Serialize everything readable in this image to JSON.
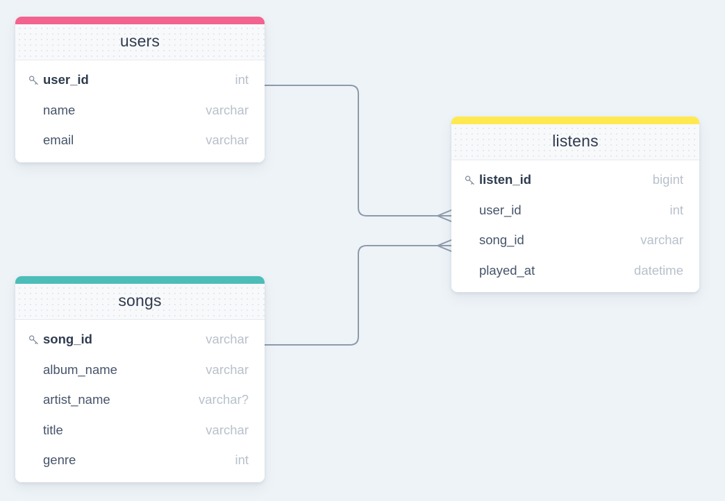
{
  "diagram": {
    "type": "entity-relationship-diagram",
    "background_color": "#eef3f7",
    "connector_color": "#8d9aaa"
  },
  "tables": [
    {
      "id": "users",
      "name": "users",
      "accent_color": "#f2638f",
      "fields": [
        {
          "name": "user_id",
          "type": "int",
          "primary_key": true
        },
        {
          "name": "name",
          "type": "varchar",
          "primary_key": false
        },
        {
          "name": "email",
          "type": "varchar",
          "primary_key": false
        }
      ]
    },
    {
      "id": "songs",
      "name": "songs",
      "accent_color": "#4cbdb8",
      "fields": [
        {
          "name": "song_id",
          "type": "varchar",
          "primary_key": true
        },
        {
          "name": "album_name",
          "type": "varchar",
          "primary_key": false
        },
        {
          "name": "artist_name",
          "type": "varchar?",
          "primary_key": false
        },
        {
          "name": "title",
          "type": "varchar",
          "primary_key": false
        },
        {
          "name": "genre",
          "type": "int",
          "primary_key": false
        }
      ]
    },
    {
      "id": "listens",
      "name": "listens",
      "accent_color": "#ffe94f",
      "fields": [
        {
          "name": "listen_id",
          "type": "bigint",
          "primary_key": true
        },
        {
          "name": "user_id",
          "type": "int",
          "primary_key": false
        },
        {
          "name": "song_id",
          "type": "varchar",
          "primary_key": false
        },
        {
          "name": "played_at",
          "type": "datetime",
          "primary_key": false
        }
      ]
    }
  ],
  "relationships": [
    {
      "id": "users-to-listens",
      "from_table": "users",
      "from_field": "user_id",
      "to_table": "listens",
      "to_field": "user_id",
      "cardinality": "one-to-many"
    },
    {
      "id": "songs-to-listens",
      "from_table": "songs",
      "from_field": "song_id",
      "to_table": "listens",
      "to_field": "song_id",
      "cardinality": "one-to-many"
    }
  ],
  "icons": {
    "primary_key": "key-icon"
  }
}
